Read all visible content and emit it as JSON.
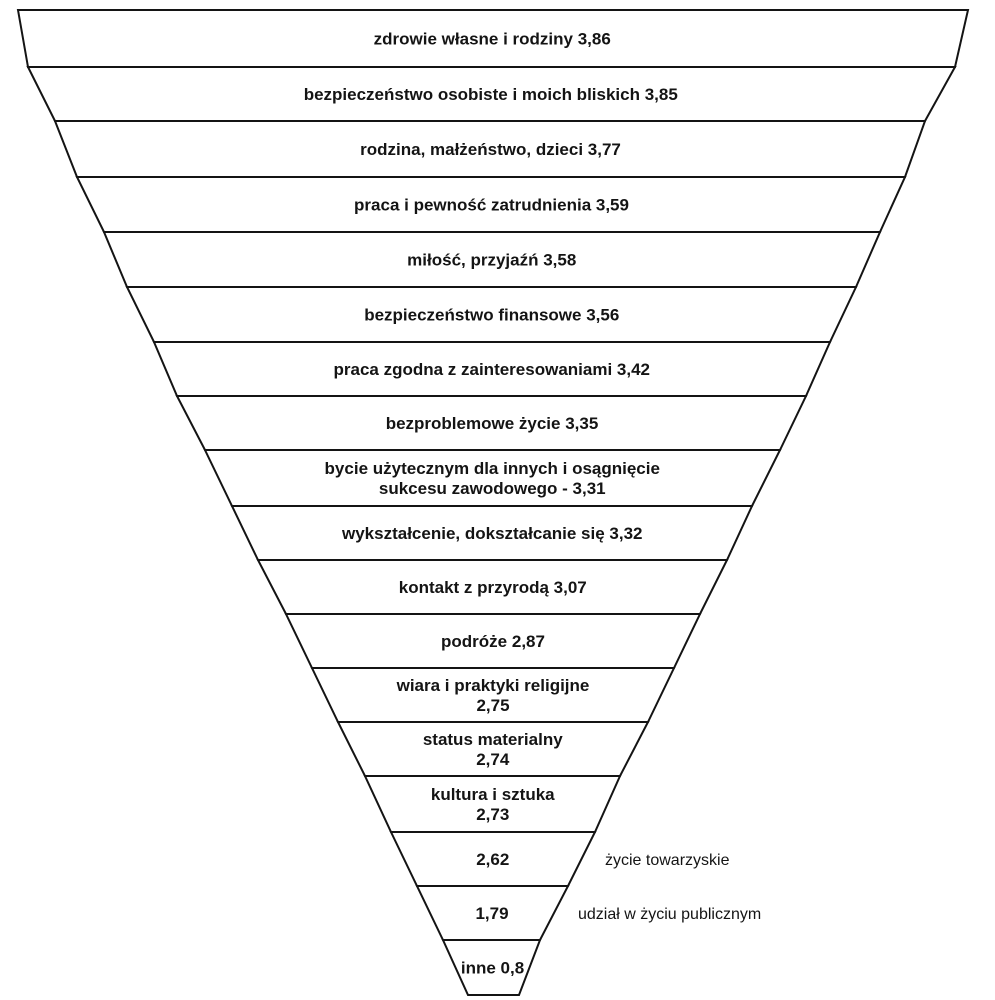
{
  "levels": [
    {
      "lines": [
        "zdrowie własne i rodziny 3,86"
      ],
      "value": 3.86
    },
    {
      "lines": [
        "bezpieczeństwo osobiste i moich bliskich 3,85"
      ],
      "value": 3.85
    },
    {
      "lines": [
        "rodzina, małżeństwo, dzieci 3,77"
      ],
      "value": 3.77
    },
    {
      "lines": [
        "praca i pewność zatrudnienia 3,59"
      ],
      "value": 3.59
    },
    {
      "lines": [
        "miłość, przyjaźń 3,58"
      ],
      "value": 3.58
    },
    {
      "lines": [
        "bezpieczeństwo finansowe 3,56"
      ],
      "value": 3.56
    },
    {
      "lines": [
        "praca zgodna z zainteresowaniami 3,42"
      ],
      "value": 3.42
    },
    {
      "lines": [
        "bezproblemowe życie 3,35"
      ],
      "value": 3.35
    },
    {
      "lines": [
        "bycie użytecznym dla innych i osągnięcie",
        "sukcesu zawodowego - 3,31"
      ],
      "value": 3.31
    },
    {
      "lines": [
        "wykształcenie, dokształcanie się 3,32"
      ],
      "value": 3.32
    },
    {
      "lines": [
        "kontakt z przyrodą 3,07"
      ],
      "value": 3.07
    },
    {
      "lines": [
        "podróże 2,87"
      ],
      "value": 2.87
    },
    {
      "lines": [
        "wiara i praktyki religijne",
        "2,75"
      ],
      "value": 2.75
    },
    {
      "lines": [
        "status materialny",
        "2,74"
      ],
      "value": 2.74
    },
    {
      "lines": [
        "kultura i sztuka",
        "2,73"
      ],
      "value": 2.73
    },
    {
      "lines": [
        "2,62"
      ],
      "side_label": "życie towarzyskie",
      "value": 2.62
    },
    {
      "lines": [
        "1,79"
      ],
      "side_label": "udział w życiu publicznym",
      "value": 1.79
    },
    {
      "lines": [
        "inne 0,8"
      ],
      "value": 0.8
    }
  ]
}
